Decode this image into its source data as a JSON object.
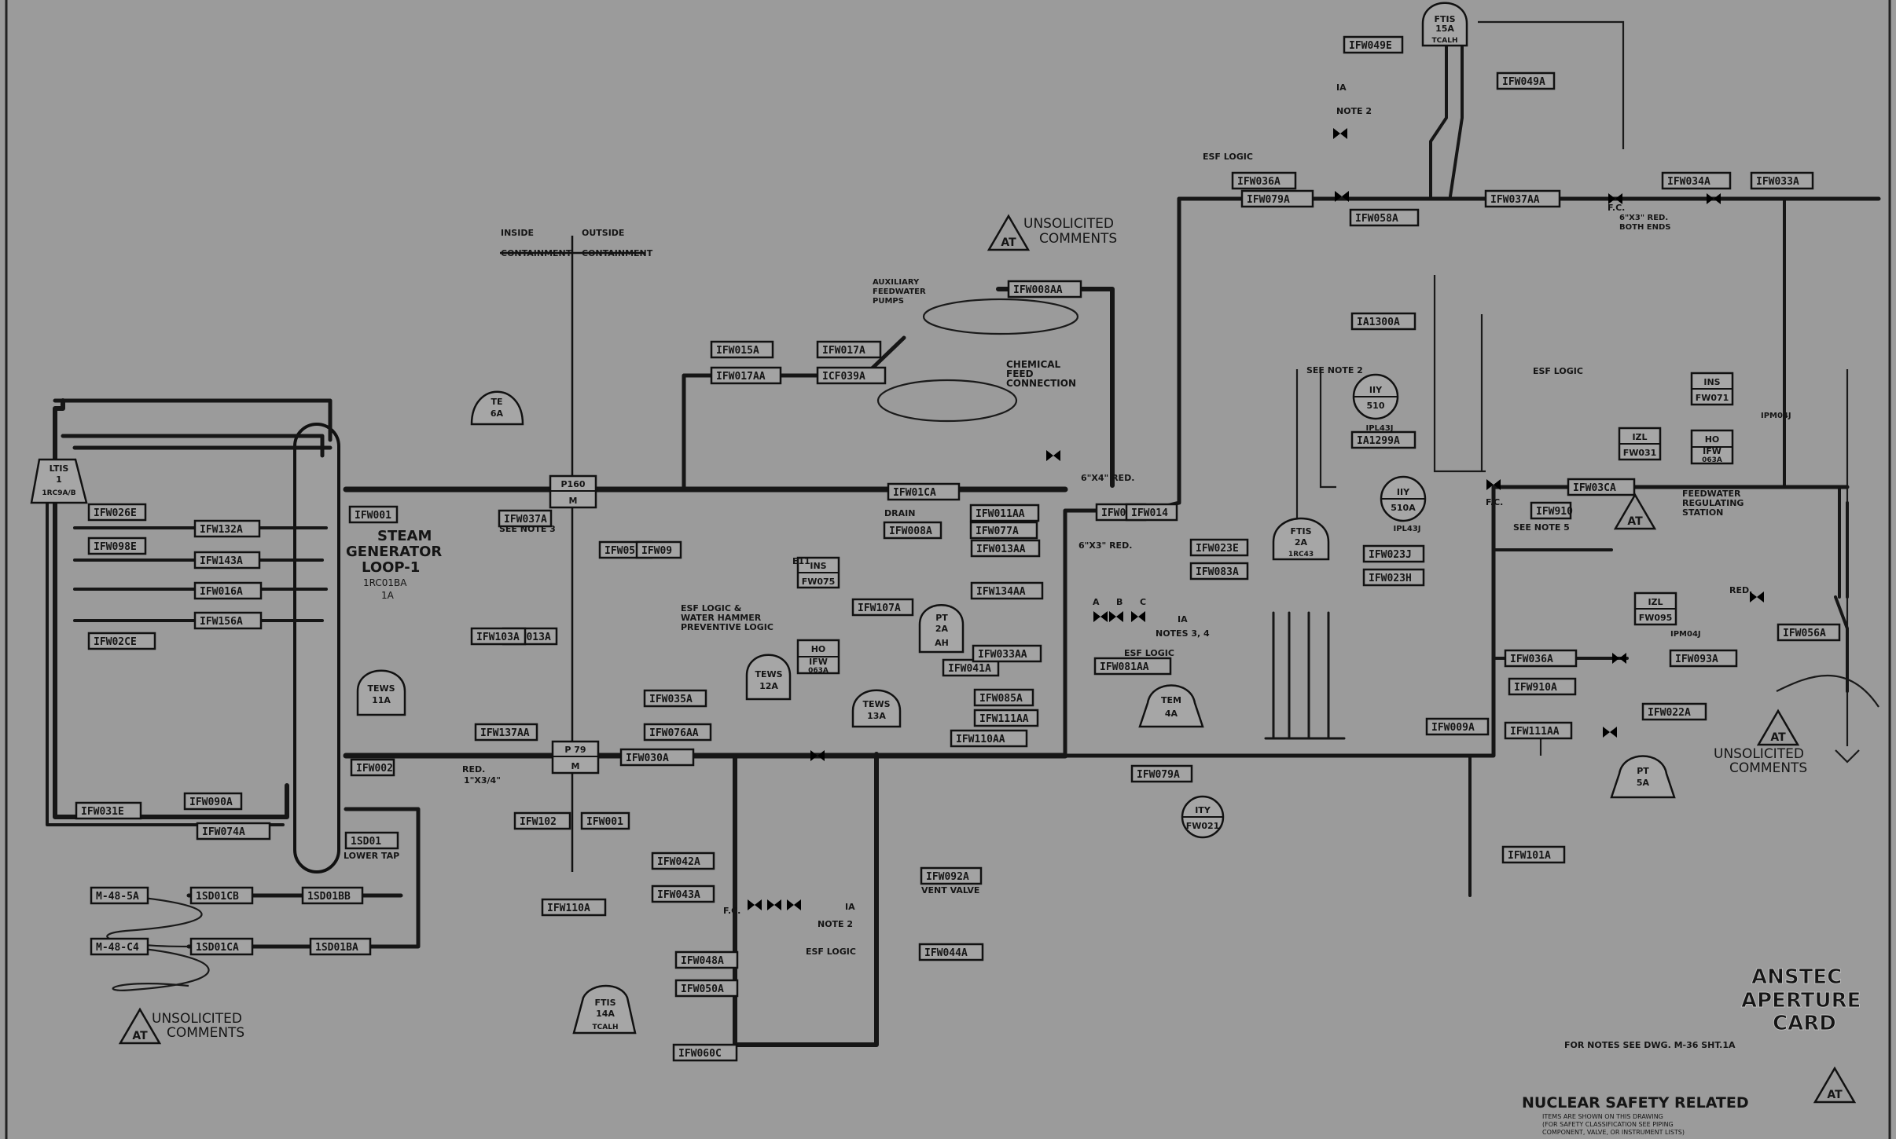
{
  "diagram": {
    "headers": {
      "inside": "INSIDE",
      "outside": "OUTSIDE",
      "containment_l": "CONTAINMENT",
      "containment_r": "CONTAINMENT"
    },
    "steam_generator": [
      "STEAM",
      "GENERATOR",
      "LOOP-1",
      "1RC01BA",
      "1A"
    ],
    "unsolicited": [
      "UNSOLICITED",
      "COMMENTS"
    ],
    "at_mark": "AT",
    "aperture": [
      "ANSTEC",
      "APERTURE",
      "CARD"
    ],
    "notes_ref": "FOR NOTES SEE DWG. M-36 SHT.1A",
    "nuclear": {
      "title": "NUCLEAR SAFETY RELATED",
      "line1": "ITEMS ARE SHOWN ON THIS DRAWING",
      "line2": "(FOR SAFETY CLASSIFICATION SEE PIPING",
      "line3": "COMPONENT, VALVE, OR INSTRUMENT LISTS)"
    },
    "misc": {
      "aux_feed": [
        "AUXILIARY",
        "FEEDWATER",
        "PUMPS"
      ],
      "chemical": [
        "CHEMICAL",
        "FEED",
        "CONNECTION"
      ],
      "esf_logic": "ESF LOGIC",
      "esf_water": [
        "ESF LOGIC &",
        "WATER HAMMER",
        "PREVENTIVE LOGIC"
      ],
      "feedwater_reg": [
        "FEEDWATER",
        "REGULATING",
        "STATION"
      ],
      "see_note_2": "SEE NOTE 2",
      "see_note_3": "SEE NOTE 3",
      "see_note_5": "SEE NOTE 5",
      "note_2": "NOTE 2",
      "notes_34": "NOTES 3, 4",
      "drain": "DRAIN",
      "lower_tap": "LOWER TAP",
      "vent_valve": "VENT VALVE",
      "fc": "F.C.",
      "red": "RED.",
      "red_size": "6\"X4\" RED.",
      "red_size2": "6\"X3\" RED.",
      "both_ends": [
        "6\"X3\" RED.",
        "BOTH ENDS"
      ],
      "red_1": [
        "RED.",
        "1\"X3/4\""
      ],
      "abc": [
        "A",
        "B",
        "C"
      ],
      "ia": "IA"
    },
    "instruments": {
      "ltis": [
        "LTIS",
        "1",
        "1RC9A/B"
      ],
      "te6a": [
        "TE",
        "6A"
      ],
      "tews11a": [
        "TEWS",
        "11A"
      ],
      "tews12a": [
        "TEWS",
        "12A"
      ],
      "tews13a": [
        "TEWS",
        "13A"
      ],
      "pt2a": [
        "PT",
        "2A",
        "AH"
      ],
      "ftis2a": [
        "FTIS",
        "2A",
        "1RC43"
      ],
      "ftis14a": [
        "FTIS",
        "14A",
        "TCALH"
      ],
      "ftis15a": [
        "FTIS",
        "15A",
        "TCALH"
      ],
      "tem4a": [
        "TEM",
        "4A"
      ],
      "pt5a": [
        "PT",
        "5A"
      ],
      "iiy510": [
        "IIY",
        "510",
        "IPL43J"
      ],
      "iiy510a": [
        "IIY",
        "510A",
        "IPL43J"
      ],
      "p160": [
        "P160",
        "M"
      ],
      "p79": [
        "P 79",
        "M"
      ],
      "ins_fw075": [
        "INS",
        "FW075"
      ],
      "ho_fw": [
        "HO",
        "IFW",
        "063A"
      ],
      "ins_fw071": [
        "INS",
        "FW071"
      ],
      "ho_fw2": [
        "HO",
        "IFW",
        "063A"
      ],
      "izl_fw031": [
        "IZL",
        "FW031"
      ],
      "izl_fw095": [
        "IZL",
        "FW095"
      ],
      "ipm04j": "IPM04J",
      "e11": "E11",
      "itt_fw021": [
        "ITY",
        "FW021"
      ]
    },
    "line_tags": [
      "IFW015A",
      "IFW017A",
      "IFW017AA",
      "ICF039A",
      "IFW008AA",
      "IFW001",
      "IFW037A",
      "IFW014",
      "IFW05",
      "IFW09",
      "IFW01CA",
      "IFW011AA",
      "IFW008A",
      "IFW077A",
      "IFW013AA",
      "IFW134AA",
      "IFW107A",
      "IFW030A",
      "IFW137AA",
      "IFW110A",
      "IFW042A",
      "IFW043A",
      "IFW048A",
      "IFW050A",
      "IFW060C",
      "IFW092A",
      "IFW044A",
      "IFW002",
      "IFW031E",
      "IFW074A",
      "IFW090A",
      "IFW076AA",
      "IFW035A",
      "IFW081AA",
      "IFW041A",
      "IFW085A",
      "IFW111AA",
      "IFW110AA",
      "IFW033AA",
      "IFW079A",
      "IFW009A",
      "IFW023J",
      "IFW023H",
      "IFW023E",
      "IFW083A",
      "IFW111AA",
      "IFW022A",
      "IFW101A",
      "IFW03CA",
      "IFW910",
      "IFW036A",
      "IFW093A",
      "IFW910A",
      "IFW056A",
      "IFW034A",
      "IFW033A",
      "IFW037AA",
      "IFW049A",
      "IFW049E",
      "IFW058A",
      "IFW079A",
      "IFW036A",
      "IFW013A",
      "1SD01CB",
      "1SD01BB",
      "1SD01CA",
      "1SD01BA",
      "IFW132A",
      "IFW143A",
      "IFW016A",
      "IFW156A",
      "IFW02CE",
      "IFW026E",
      "IFW098E",
      "IA1300A",
      "IA1299A",
      "M-48-5A",
      "M-48-C4",
      "1SD01",
      "IFW102",
      "IFW001",
      "IFW103A",
      "IFW014"
    ]
  }
}
